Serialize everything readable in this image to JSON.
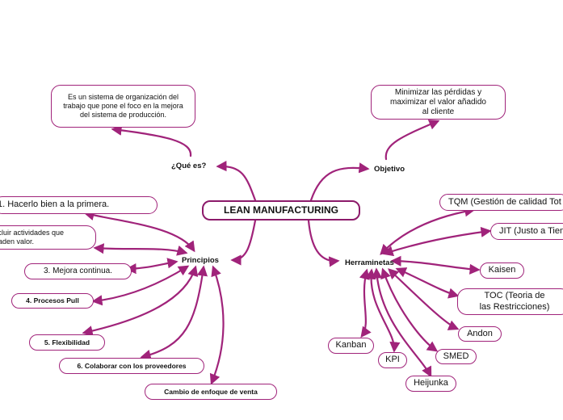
{
  "colors": {
    "accent": "#a0237a",
    "root_border": "#8c1a6a"
  },
  "root": "LEAN MANUFACTURING",
  "que_es": {
    "label": "¿Qué es?",
    "description": "Es un sistema de organización del trabajo que pone el foco en la mejora del sistema de producción."
  },
  "objetivo": {
    "label": "Objetivo",
    "description": "Minimizar las pérdidas y maximizar el valor añadido al cliente"
  },
  "principios": {
    "label": "Principios",
    "items": [
      "1. Hacerlo bien a la primera.",
      "xcluir actividades que\nñaden valor.",
      "3. Mejora continua.",
      "4. Procesos Pull",
      "5. Flexibilidad",
      "6. Colaborar con los proveedores",
      "Cambio de enfoque de venta"
    ]
  },
  "herramientas": {
    "label": "Herraminetas",
    "items": [
      "TQM (Gestión de calidad Tot",
      "JIT (Justo a Tiem",
      "Kaisen",
      "TOC (Teoria de las Restricciones)",
      "Andon",
      "SMED",
      "Heijunka",
      "KPI",
      "Kanban"
    ]
  }
}
